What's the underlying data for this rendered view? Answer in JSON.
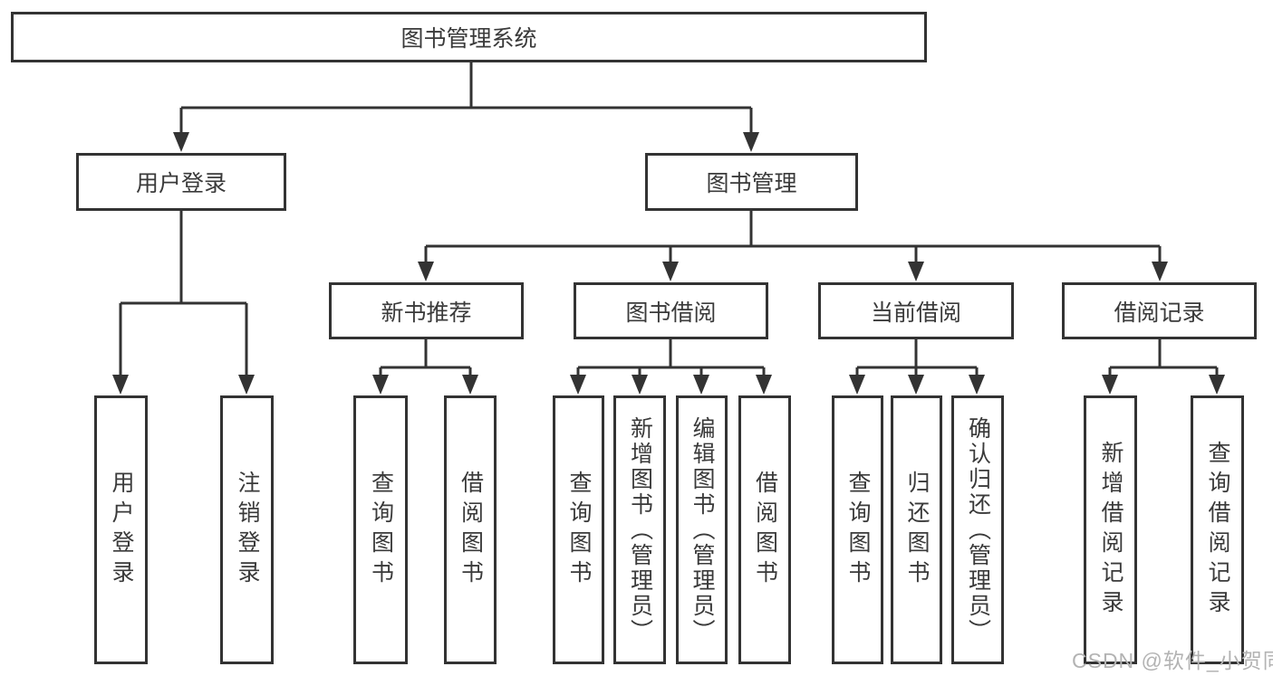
{
  "diagram": {
    "root": {
      "label": "图书管理系统"
    },
    "branches": [
      {
        "label": "用户登录",
        "children": [
          {
            "label": "用户登录"
          },
          {
            "label": "注销登录"
          }
        ]
      },
      {
        "label": "图书管理",
        "children": [
          {
            "label": "新书推荐",
            "children": [
              {
                "label": "查询图书"
              },
              {
                "label": "借阅图书"
              }
            ]
          },
          {
            "label": "图书借阅",
            "children": [
              {
                "label": "查询图书"
              },
              {
                "label": "新增图书（管理员）"
              },
              {
                "label": "编辑图书（管理员）"
              },
              {
                "label": "借阅图书"
              }
            ]
          },
          {
            "label": "当前借阅",
            "children": [
              {
                "label": "查询图书"
              },
              {
                "label": "归还图书"
              },
              {
                "label": "确认归还（管理员）"
              }
            ]
          },
          {
            "label": "借阅记录",
            "children": [
              {
                "label": "新增借阅记录"
              },
              {
                "label": "查询借阅记录"
              }
            ]
          }
        ]
      }
    ]
  },
  "watermark": {
    "text": "CSDN @软件_小贺同学"
  },
  "colors": {
    "line": "#333333",
    "text": "#3a3a3a",
    "box_background": "#ffffff",
    "page_background": "#ffffff",
    "watermark": "#b3b3b3"
  }
}
